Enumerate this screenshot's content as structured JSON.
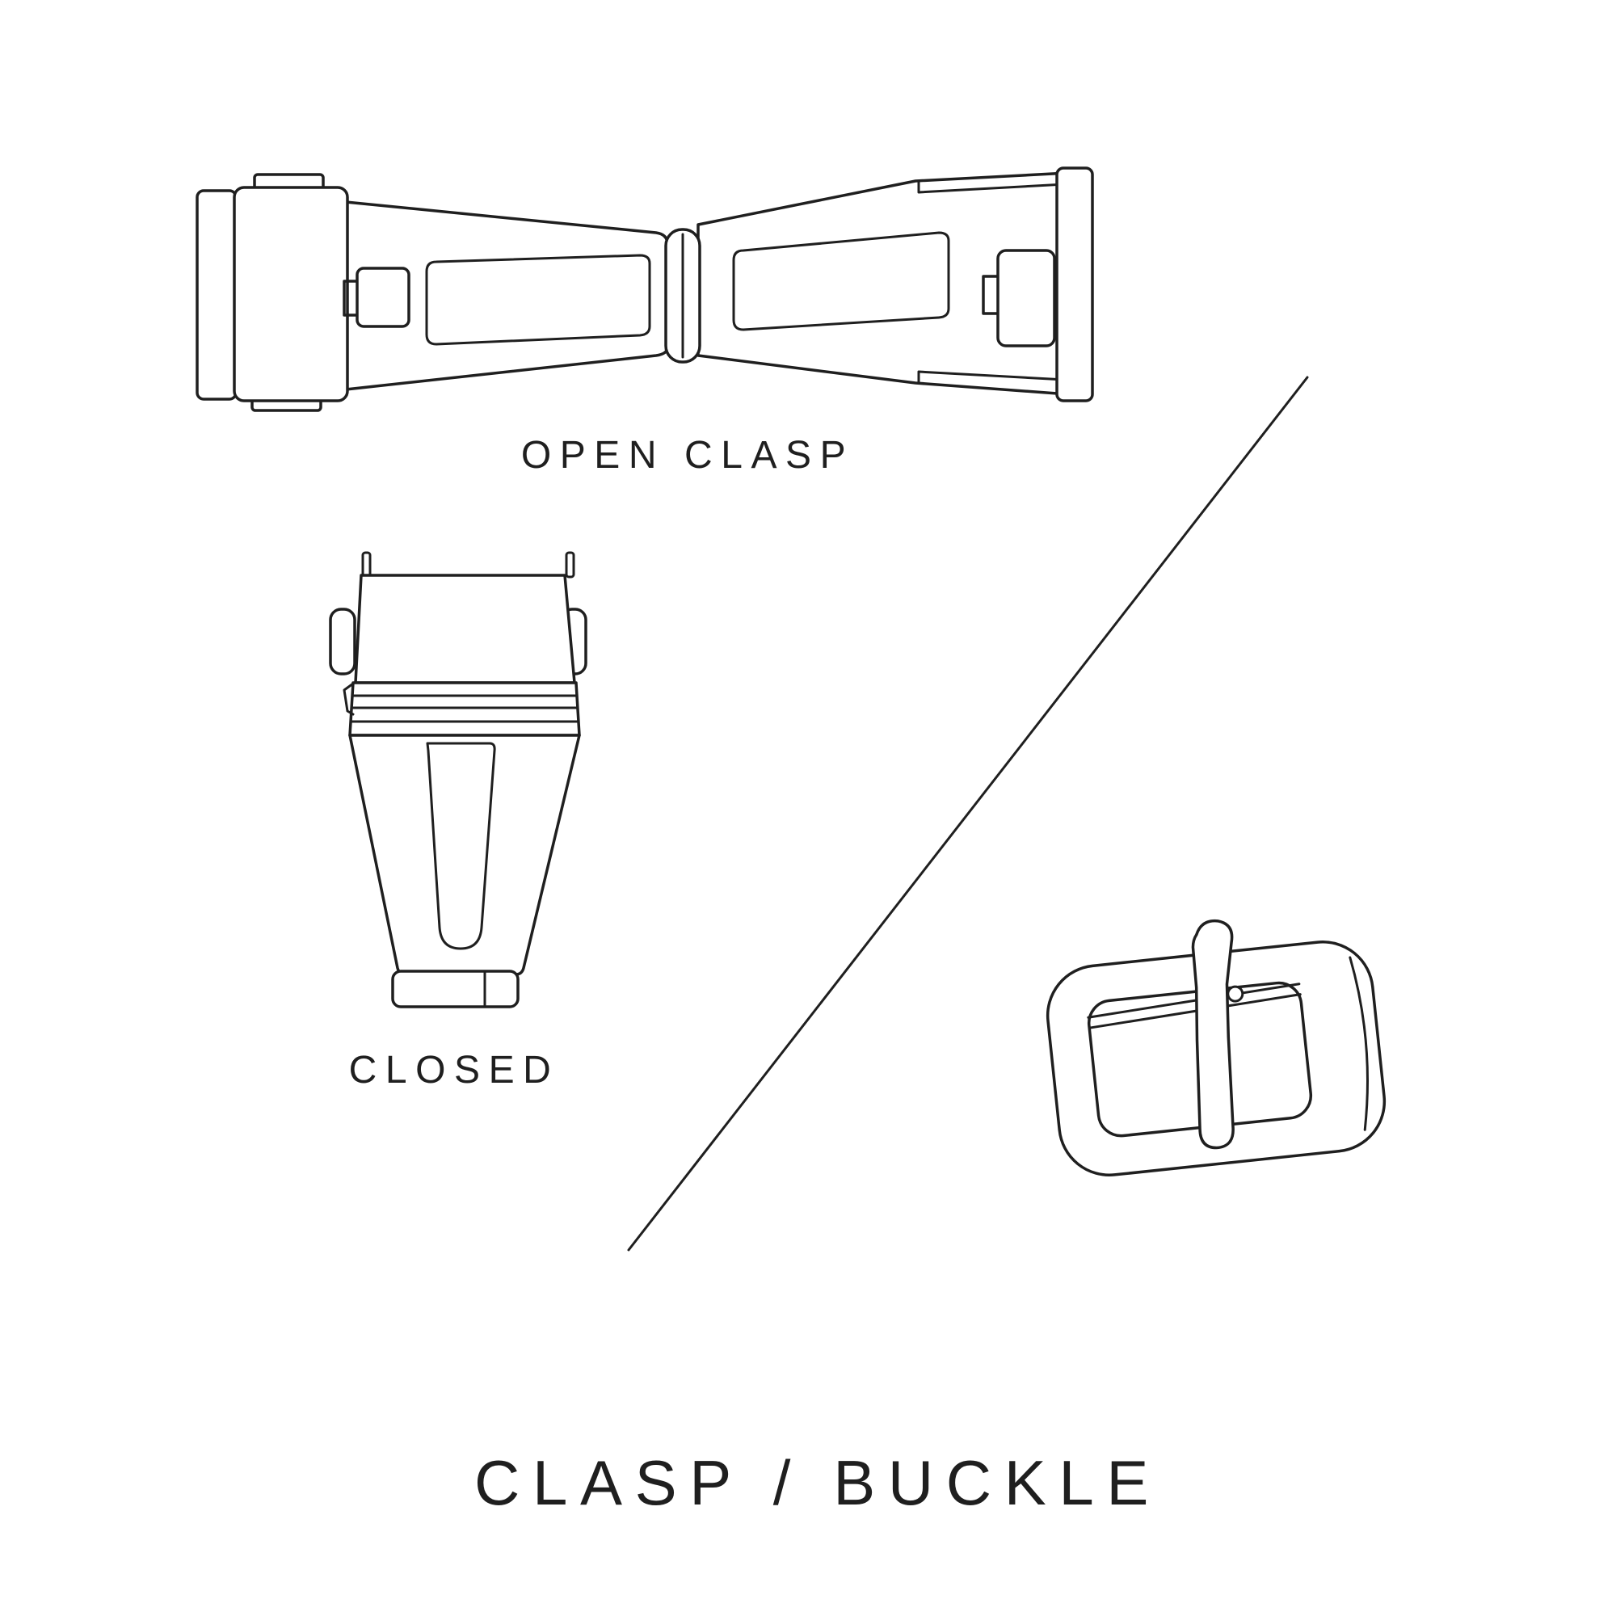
{
  "page": {
    "background": "#ffffff",
    "ink_color": "#1f1f1f"
  },
  "figures": {
    "open_clasp": {
      "label": "OPEN CLASP",
      "icon": "open-deployant-clasp-illustration"
    },
    "closed_clasp": {
      "label": "CLOSED",
      "icon": "closed-deployant-clasp-illustration"
    },
    "tang_buckle": {
      "icon": "tang-buckle-illustration"
    }
  },
  "title": "CLASP / BUCKLE"
}
